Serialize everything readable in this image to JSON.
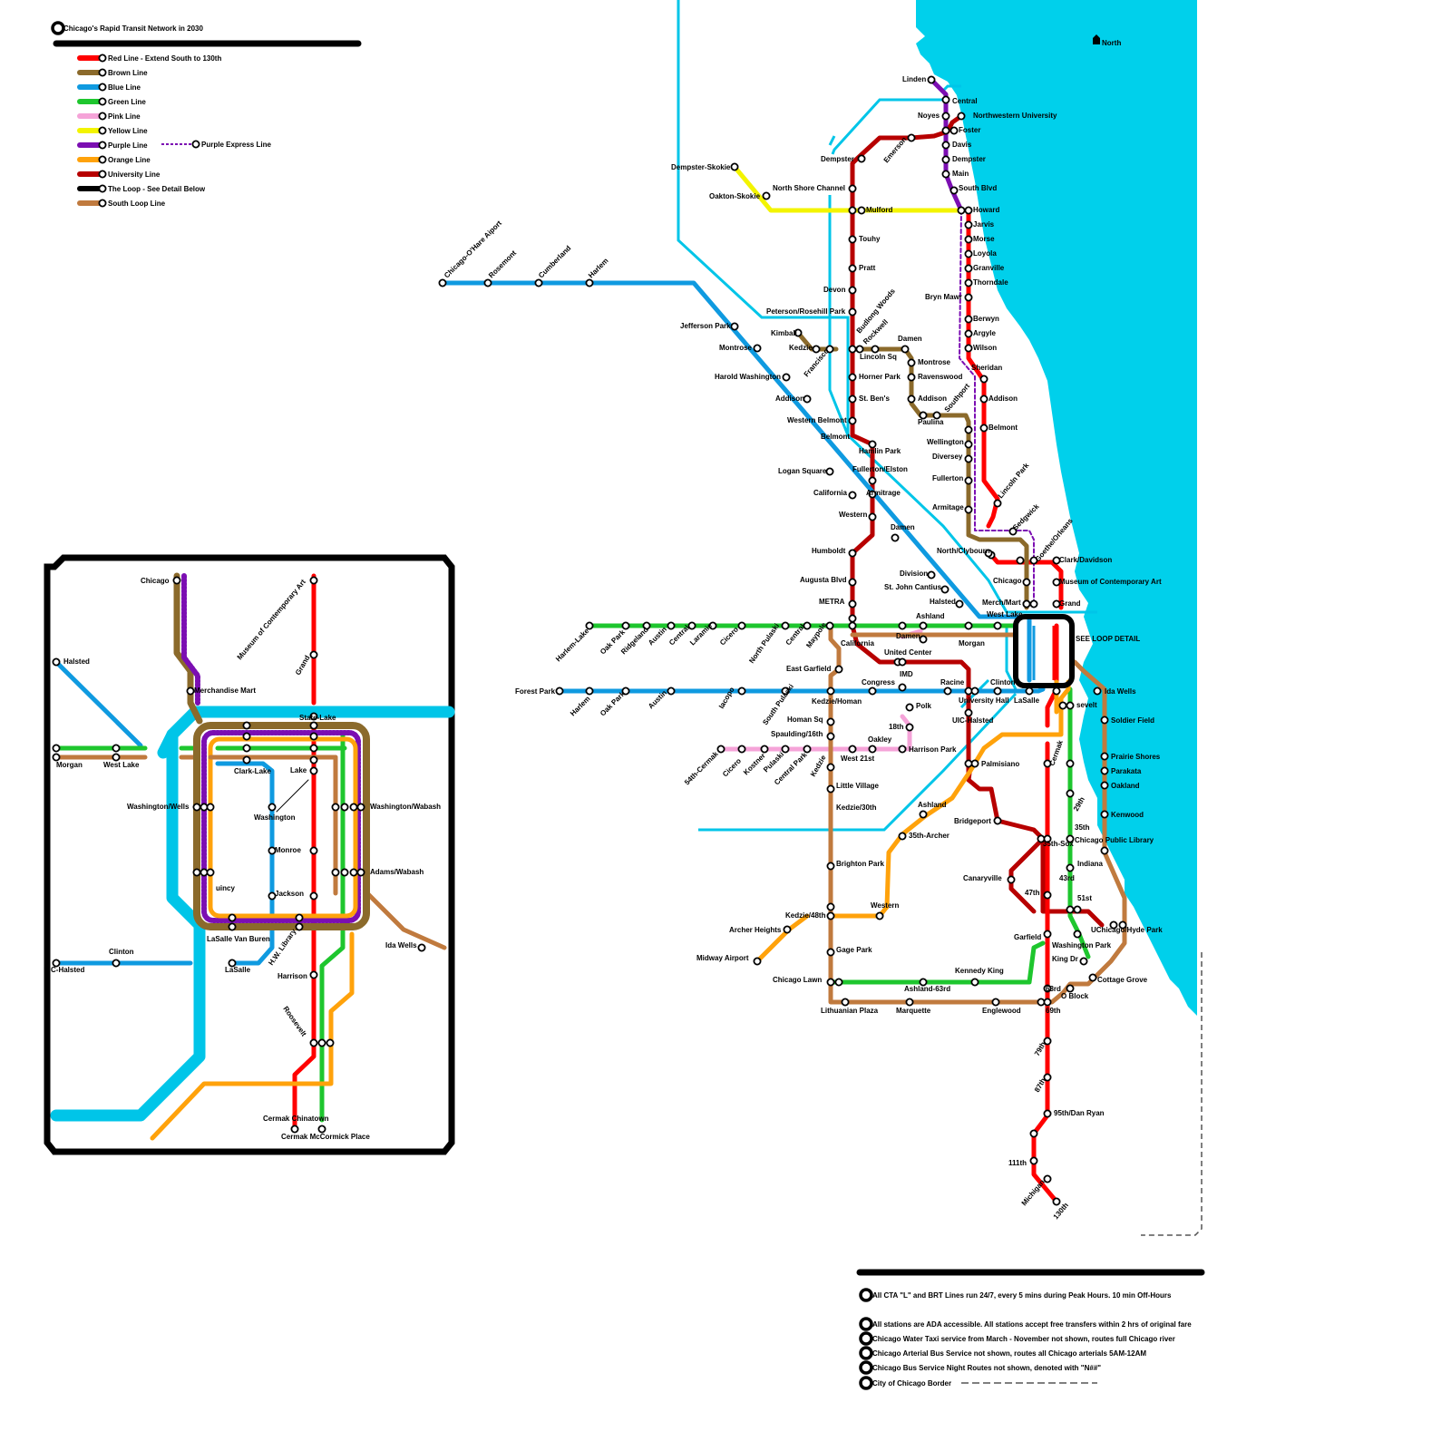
{
  "title": "Chicago's Rapid Transit Network in 2030",
  "legend": [
    {
      "label": "Red Line - Extend South to 130th",
      "color": "#ff0000"
    },
    {
      "label": "Brown Line",
      "color": "#8b6a2b"
    },
    {
      "label": "Blue Line",
      "color": "#0f9ae0"
    },
    {
      "label": "Green Line",
      "color": "#1ec62e"
    },
    {
      "label": "Pink Line",
      "color": "#f5a3d8"
    },
    {
      "label": "Yellow Line",
      "color": "#f3f400"
    },
    {
      "label": "Purple Line",
      "color": "#7b0eb2"
    },
    {
      "label": "Orange Line",
      "color": "#ffa20b"
    },
    {
      "label": "University Line",
      "color": "#b70000"
    },
    {
      "label": "The Loop - See Detail Below",
      "color": "#000000"
    },
    {
      "label": "South Loop Line",
      "color": "#c07a3e"
    }
  ],
  "legend_express": "Purple Express Line",
  "colors": {
    "lake": "#00d0eb",
    "metra": "#00c5e8",
    "red": "#ff0000",
    "brown": "#8b6a2b",
    "blue": "#0f9ae0",
    "green": "#1ec62e",
    "pink": "#f5a3d8",
    "yellow": "#f3f400",
    "purple": "#7b0eb2",
    "orange": "#ffa20b",
    "university": "#b70000",
    "loop": "#000000",
    "southloop": "#c07a3e"
  },
  "compass": "North",
  "see_loop_detail": "SEE LOOP DETAIL",
  "notes": [
    "All CTA \"L\" and BRT Lines run 24/7, every 5 mins during Peak Hours. 10 min Off-Hours",
    "All stations are ADA accessible. All stations accept free transfers within 2 hrs of original fare",
    "Chicago Water Taxi service from March - November not shown, routes full Chicago river",
    "Chicago Arterial Bus Service not shown, routes all Chicago arterials 5AM-12AM",
    "Chicago Bus Service Night Routes not shown, denoted with \"N##\"",
    "City of Chicago Border"
  ],
  "stations": {
    "linden": "Linden",
    "central_n": "Central",
    "noyes": "Noyes",
    "northwestern": "Northwestern University",
    "foster": "Foster",
    "davis": "Davis",
    "dempster": "Dempster",
    "main": "Main",
    "south_blvd": "South Blvd",
    "howard": "Howard",
    "jarvis": "Jarvis",
    "morse": "Morse",
    "loyola": "Loyola",
    "granville": "Granville",
    "thorndale": "Thorndale",
    "bryn_mawr": "Bryn Mawr",
    "berwyn": "Berwyn",
    "argyle": "Argyle",
    "wilson": "Wilson",
    "sheridan": "Sheridan",
    "addison_red": "Addison",
    "belmont_red": "Belmont",
    "lincoln_park": "Lincoln Park",
    "sedgwick": "Sedgwick",
    "goethe": "Goethe/Orleans",
    "clark_division": "Clark/Davidson",
    "mca": "Museum of Contemporary Art",
    "grand": "Grand",
    "dempster_u": "Dempster",
    "emerson": "Emerson",
    "dempster_skokie": "Dempster-Skokie",
    "oakton": "Oakton-Skokie",
    "north_shore": "North Shore Channel",
    "mulford": "Mulford",
    "touhy": "Touhy",
    "pratt": "Pratt",
    "devon": "Devon",
    "peterson": "Peterson/Rosehill Park",
    "budlong": "Budlong Woods",
    "rockwell": "Rockwell",
    "lincoln_sq": "Lincoln Sq",
    "horner": "Horner Park",
    "st_bens": "St. Ben's",
    "western_belmont": "Western Belmont",
    "belmont_blue": "Belmont",
    "hamlin": "Hamlin Park",
    "fullerton_elston": "Fullerton/Elston",
    "armitage_u": "Armitrage",
    "western_u": "Western",
    "humboldt": "Humboldt",
    "augusta": "Augusta Blvd",
    "metra": "METRA",
    "ohare": "Chicago-O'Hare Aiport",
    "rosemont": "Rosemont",
    "cumberland": "Cumberland",
    "harlem_o": "Harlem",
    "jefferson": "Jefferson Park",
    "montrose_blue": "Montrose",
    "harold": "Harold Washington",
    "addison_blue": "Addison",
    "logan": "Logan Square",
    "california_blue": "California",
    "damen_blue": "Damen",
    "division": "Division",
    "st_john": "St. John Cantius",
    "halsted_n": "Halsted",
    "kimball": "Kimball",
    "kedzie_br": "Kedzie",
    "francisco": "Francisco",
    "damen_br": "Damen",
    "montrose_br": "Montrose",
    "ravenswood": "Ravenswood",
    "addison_br": "Addison",
    "southport": "Southport",
    "paulina": "Paulina",
    "wellington": "Wellington",
    "diversey": "Diversey",
    "fullerton": "Fullerton",
    "armitage": "Armitage",
    "north_clybourn": "North/Clybourn",
    "chicago_br": "Chicago",
    "merch_mart": "Merch/Mart",
    "west_lake": "West Lake",
    "harlem_lake": "Harlem-Lake",
    "oak_park_g": "Oak Park",
    "ridgeland": "Ridgeland",
    "austin_g": "Austin",
    "central_g": "Central",
    "laramie": "Laramie",
    "cicero_g": "Cicero",
    "north_pulaski": "North Pulaski",
    "central_g2": "Central",
    "maypole": "Maypole",
    "california_g": "California",
    "damen_g": "Damen",
    "ashland_g": "Ashland",
    "morgan": "Morgan",
    "united_center": "United Center",
    "imd": "IMD",
    "east_garfield": "East Garfield",
    "forest_park": "Forest Park",
    "harlem_b": "Harlem",
    "oak_park_b": "Oak Park",
    "austin_b": "Austin",
    "iacopo": "Iacopo",
    "south_pulaski": "South Pulaski",
    "kedzie_homan": "Kedzie/Homan",
    "congress": "Congress",
    "racine": "Racine",
    "clinton": "Clinton",
    "university_hall": "University Hall",
    "lasalle": "LaSalle",
    "roosevelt": "sevelt",
    "polk": "Polk",
    "homan_sq": "Homan Sq",
    "spaulding": "Spaulding/16th",
    "18th": "18th",
    "harrison_park": "Harrison Park",
    "uic_halsted": "UIC-Halsted",
    "oakley": "Oakley",
    "west21": "West 21st",
    "54cermak": "54th-Cermak",
    "cicero_p": "Cicero",
    "kostner": "Kostner",
    "pulaski_p": "Pulaski",
    "central_park": "Central Park",
    "kedzie_p": "Kedzie",
    "little_village": "Little Village",
    "kedzie30": "Kedzie/30th",
    "palmisiano": "Palmisiano",
    "cermak": "Cermak",
    "29th": "29th",
    "35th": "35th",
    "ashland_o": "Ashland",
    "35archer": "35th-Archer",
    "bridgeport": "Bridgeport",
    "35sox": "35th-Sox",
    "cpl": "Chicago Public Library",
    "indiana": "Indiana",
    "43rd": "43rd",
    "canaryville": "Canaryville",
    "47th": "47th",
    "51st": "51st",
    "brighton": "Brighton Park",
    "western_o": "Western",
    "kedzie48": "Kedzie/48th",
    "archer": "Archer Heights",
    "midway": "Midway Airport",
    "gage": "Gage Park",
    "chicago_lawn": "Chicago Lawn",
    "ashland63": "Ashland-63rd",
    "kennedy_king": "Kennedy King",
    "lithuanian": "Lithuanian Plaza",
    "marquette": "Marquette",
    "englewood": "Englewood",
    "garfield": "Garfield",
    "washington_park": "Washington Park",
    "king": "King Dr",
    "cottage": "Cottage Grove",
    "63rd": "63rd",
    "oblock": "O Block",
    "69th": "69th",
    "79th": "79th",
    "87th": "87th",
    "95th": "95th/Dan Ryan",
    "111th": "111th",
    "michigan": "Michigan",
    "130th": "130th",
    "ida_wells": "Ida Wells",
    "soldier": "Soldier Field",
    "prairie": "Prairie Shores",
    "parakata": "Parakata",
    "oakland": "Oakland",
    "kenwood": "Kenwood",
    "uchicago": "UChicago/Hyde Park"
  },
  "inset": {
    "chicago": "Chicago",
    "mca": "Museum of Contemporary Art",
    "halsted": "Halsted",
    "grand": "Grand",
    "merch": "Merchandise Mart",
    "morgan": "Morgan",
    "west_lake": "West Lake",
    "state_lake": "State-Lake",
    "clark_lake": "Clark-Lake",
    "lake": "Lake",
    "washington": "Washington",
    "washington_wells": "Washington/Wells",
    "washington_wabash": "Washington/Wabash",
    "monroe": "Monroe",
    "quincy": "uincy",
    "jackson": "Jackson",
    "adams_wabash": "Adams/Wabash",
    "lasalle_vb": "LaSalle Van Buren",
    "hw_library": "H.W. Library",
    "ida_wells": "Ida Wells",
    "clinton": "Clinton",
    "uic_halsted": "UIC-Halsted",
    "lasalle": "LaSalle",
    "harrison": "Harrison",
    "roosevelt": "Roosevelt",
    "cermak_chinatown": "Cermak Chinatown",
    "cermak_mccormick": "Cermak McCormick Place"
  }
}
